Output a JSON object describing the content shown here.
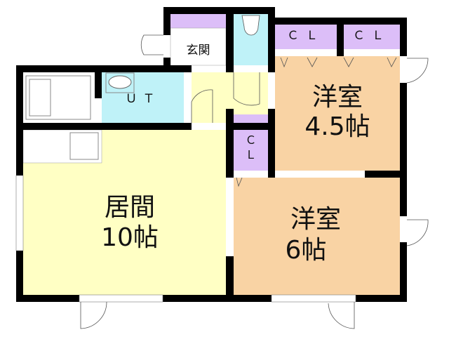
{
  "colors": {
    "wall": "#000000",
    "western_room": "#f9d3a4",
    "living": "#ffffc4",
    "wet_area": "#bff2f8",
    "closet": "#dcbef8",
    "white": "#ffffff"
  },
  "rooms": {
    "genkan": "玄関",
    "ut": "ＵＴ",
    "closet_1": "ＣＬ",
    "closet_2": "ＣＬ",
    "closet_3": "Ｃ\nＬ",
    "room_45": {
      "name": "洋室",
      "size": "4.5帖"
    },
    "room_6": {
      "name": "洋室",
      "size": "6帖"
    },
    "living": {
      "name": "居間",
      "size": "10帖"
    }
  }
}
